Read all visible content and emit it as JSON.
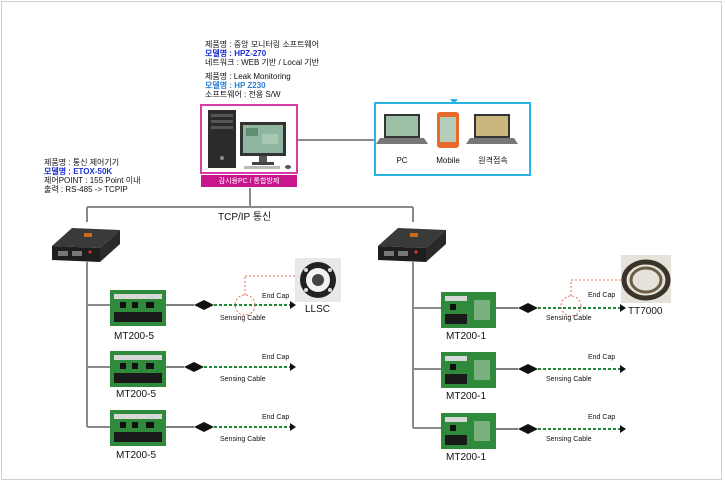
{
  "server": {
    "line1": "제품명 : 중앙 모니터링 소프트웨어",
    "line2": "모델명 : HPZ-270",
    "line3": "네트워크 : WEB 기반 / Local 기반",
    "line4": "제품명 : Leak Monitoring",
    "line5": "모델명 : HP Z230",
    "line6": "소프트웨어 : 전용 S/W",
    "banner": "감시용PC / 통합방제"
  },
  "clients": {
    "pc": "PC",
    "mobile": "Mobile",
    "remote": "원격접속"
  },
  "controller": {
    "line1": "제품명 : 통신 제어기기",
    "line2": "모델명 : ETOX-50K",
    "line3": "제어POINT : 155 Point 이내",
    "line4": "출력 : RS-485 -> TCPIP"
  },
  "network_label": "TCP/IP 통신",
  "left_branch": {
    "modules": [
      "MT200-5",
      "MT200-5",
      "MT200-5"
    ],
    "end_cap": "End Cap",
    "sensing_cable": "Sensing Cable",
    "sensor_photo_label": "LLSC"
  },
  "right_branch": {
    "modules": [
      "MT200-1",
      "MT200-1",
      "MT200-1"
    ],
    "end_cap": "End Cap",
    "sensing_cable": "Sensing Cable",
    "sensor_photo_label": "TT7000"
  },
  "colors": {
    "server_border": "#d63ba8",
    "server_banner": "#c8178c",
    "client_border": "#2ab4e6",
    "connector": "#8a8a8a",
    "cable_dash": "#1f8a3a",
    "endcap_guide": "#e07050",
    "pcb_green": "#2f8a3c"
  }
}
